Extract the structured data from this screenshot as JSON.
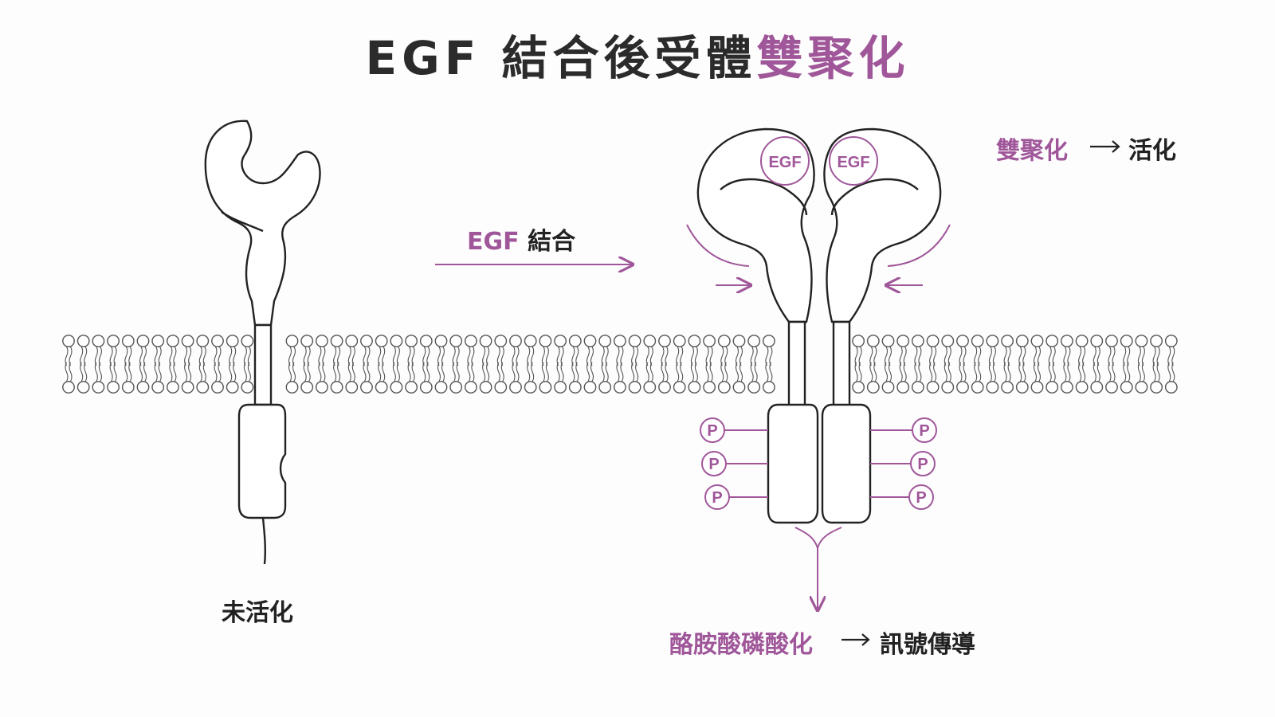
{
  "title": {
    "main": "EGF 結合後受體",
    "accent": "雙聚化"
  },
  "labels": {
    "inactive": "未活化",
    "binding_egf": "EGF",
    "binding_verb": "結合",
    "ligand": "EGF",
    "dimer_top_accent": "雙聚化",
    "arrow": "→",
    "dimer_top_result": "活化",
    "bottom_accent": "酪胺酸磷酸化",
    "bottom_result": "訊號傳導",
    "phospho": "P"
  },
  "colors": {
    "accent": "#a0579a",
    "ink": "#222222",
    "membrane": "#555555"
  }
}
